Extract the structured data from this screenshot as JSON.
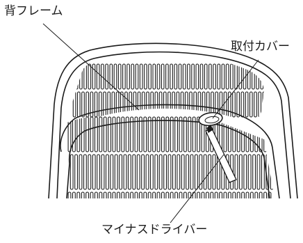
{
  "labels": {
    "back_frame": "背フレーム",
    "mount_cover": "取付カバー",
    "flathead_screwdriver": "マイナスドライバー"
  },
  "colors": {
    "ink": "#1a1a1a",
    "background": "#ffffff"
  }
}
